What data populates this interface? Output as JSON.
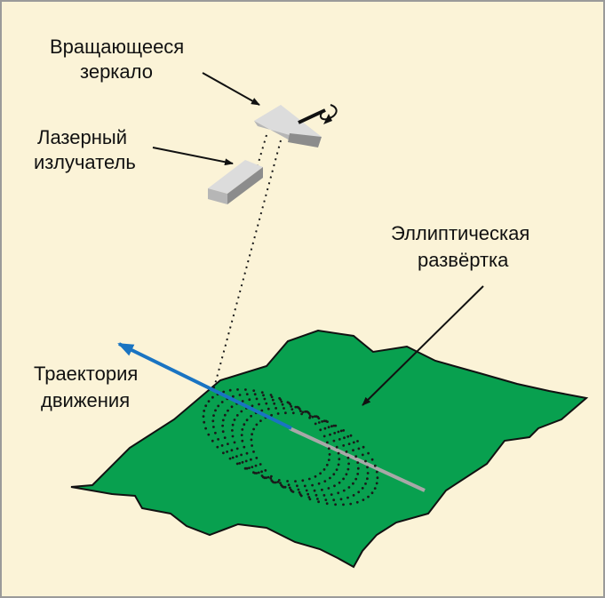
{
  "labels": {
    "mirror_line1": "Вращающееся",
    "mirror_line2": "зеркало",
    "laser_line1": "Лазерный",
    "laser_line2": "излучатель",
    "scan_line1": "Эллиптическая",
    "scan_line2": "развёртка",
    "traj_line1": "Траектория",
    "traj_line2": "движения"
  },
  "colors": {
    "background": "#fbf3d7",
    "border": "#9a9a9a",
    "terrain": "#08a04f",
    "terrain_outline": "#111111",
    "trajectory": "#1a74c2",
    "track": "#a8a8a8",
    "scan_dots": "#1a1a1a",
    "device_light": "#dcdcdc",
    "device_mid": "#b6b6b6",
    "device_dark": "#8c8c8c"
  },
  "icons": {
    "rotation": "rotation-arrow-icon"
  }
}
